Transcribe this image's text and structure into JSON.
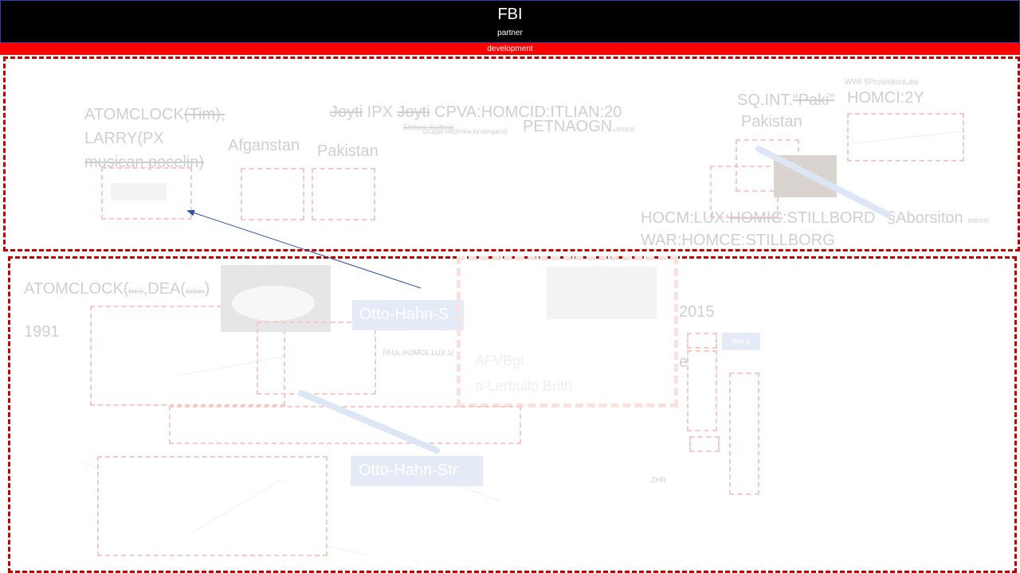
{
  "header": {
    "title": "FBI",
    "subtitle": "partner"
  },
  "banner": {
    "label": "development"
  },
  "top_section": {
    "atomclock": {
      "prefix": "ATOMCLOCK",
      "struck": "(Tim),",
      "line2": "LARRY(PX",
      "line3": "musican pocelin)"
    },
    "afganstan": "Afganstan",
    "pakistan_left": "Pakistan",
    "joyti": {
      "struck1": "Joyti",
      "middle": " IPX ",
      "struck2": "Joyti",
      "tail": " CPVA:HOMCID:ITLIAN:20"
    },
    "stefans": "Stefans Skifond",
    "small_note": "Gruppe mit(frnkie,kindergarnt)",
    "petnaogn": "PETNAOGN.",
    "petnaogn_small": "emco",
    "wwi": "WWI §ProstsitonLaw",
    "sq_int": {
      "text": "SQ.INT.",
      "struck": "“Paki”"
    },
    "homci": "HOMCI:2Y",
    "pakistan_right": "Pakistan",
    "hocm": {
      "struck_prefix": "HOCM:LUX:",
      "struck_mid": "HOMIC",
      "tail": ":STILLBORD"
    },
    "aborsiton": "§Aborsiton",
    "aborsiton_small": "mercel",
    "war": "WAR:HOMCE:STILLBORG"
  },
  "bottom_section": {
    "atomclock": {
      "prefix": "ATOMCLOCK(",
      "small1": "tim's",
      "mid": ",DEA(",
      "small2": "kelein",
      "suffix": ")"
    },
    "year_1991": "1991",
    "otto_top": "Otto-Hahn-S",
    "year_2015": "2015",
    "paul": "PAUL.HOMCE.LUX.1(",
    "otto_bottom": "Otto-Hahn-Str",
    "small_tag": "font 2",
    "letter_e": "e",
    "zhr": "ZHR",
    "card_text1": "AFVBgt",
    "card_text2": "a-Lerbullo Brith"
  },
  "colors": {
    "section_border": "#c00000",
    "banner": "#ff0000",
    "header_bg": "#000000",
    "arrow": "#2f52a0"
  }
}
